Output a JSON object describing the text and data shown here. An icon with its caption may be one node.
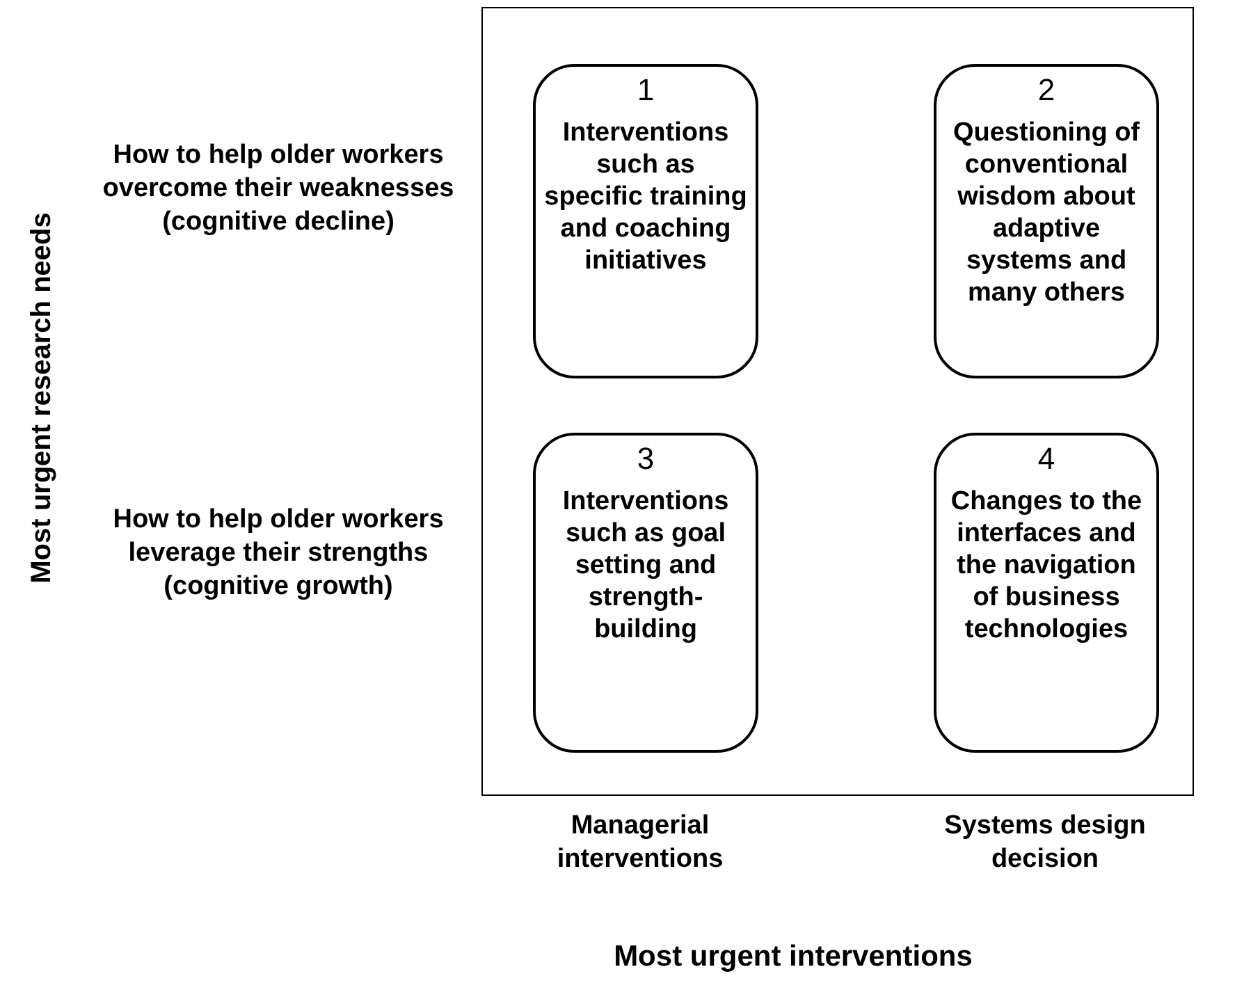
{
  "diagram": {
    "nodes": [
      {
        "text": [],
        "shape": "box"
      },
      {
        "text": [
          "1",
          "Interventions such as specific training and coaching initiatives"
        ],
        "in": 0
      },
      {
        "text": [
          "2",
          "Questioning of conventional wisdom about adaptive systems and many others"
        ],
        "in": 0
      },
      {
        "text": [
          "3",
          "Interventions such as goal setting and strength-building"
        ],
        "in": 0
      },
      {
        "text": [
          "4",
          "Changes to the interfaces and the navigation of business technologies"
        ],
        "in": 0
      }
    ],
    "edges": [],
    "labels": [
      "Most urgent research needs",
      "How to help older workers overcome their weaknesses (cognitive decline)",
      "How to help older workers leverage their strengths (cognitive growth)",
      "Managerial interventions",
      "Systems design decision",
      "Most urgent interventions"
    ]
  }
}
